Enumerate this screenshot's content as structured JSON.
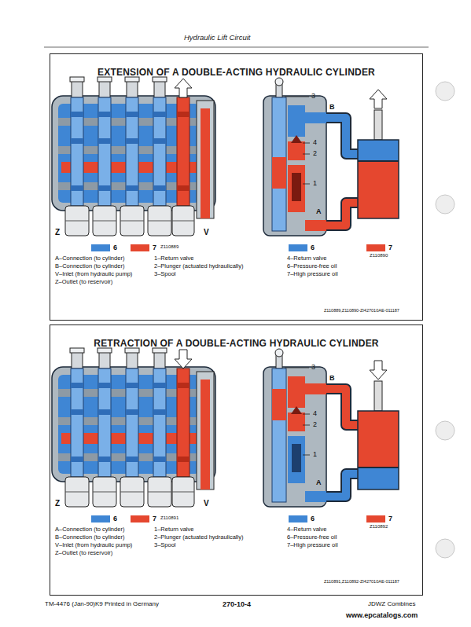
{
  "diagram": {
    "title": "Hydraulic Lift Circuit",
    "nodes": [
      {
        "text": [
          "EXTENSION OF A DOUBLE-ACTING HYDRAULIC CYLINDER"
        ]
      },
      {
        "text": [
          "RETRACTION OF A DOUBLE-ACTING HYDRAULIC CYLINDER"
        ]
      }
    ],
    "labels": [
      "Z",
      "V",
      "A",
      "B",
      "3",
      "4",
      "2",
      "1",
      "Z110889",
      "Z110890",
      "A–Connection (to cylinder)",
      "B–Connection (to cylinder)",
      "V–Inlet (from hydraulic pump)",
      "Z–Outlet (to reservoir)",
      "1–Return valve",
      "2–Plunger (actuated hydraulically)",
      "3–Spool",
      "4–Return valve",
      "6–Pressure-free oil",
      "7–High pressure oil",
      "Z110889,Z110890-ZI427010AE-011187",
      "Z",
      "V",
      "A",
      "B",
      "3",
      "4",
      "2",
      "1",
      "Z110891",
      "Z110892",
      "A–Connection (to cylinder)",
      "B–Connection (to cylinder)",
      "V–Inlet (from hydraulic pump)",
      "Z–Outlet (to reservoir)",
      "1–Return valve",
      "2–Plunger (actuated hydraulically)",
      "3–Spool",
      "4–Return valve",
      "6–Pressure-free oil",
      "7–High pressure oil",
      "Z110891,Z110892-ZI427010AE-011187",
      "TM-4476 (Jan-90)K9 Printed in Germany",
      "270-10-4",
      "JDWZ Combines",
      "www.epcatalogs.com"
    ],
    "legend": [
      {
        "text": "6",
        "color": "#3f86d4"
      },
      {
        "text": "7",
        "color": "#e5472f"
      },
      {
        "text": "6",
        "color": "#3f86d4"
      },
      {
        "text": "7",
        "color": "#e5472f"
      },
      {
        "text": "6",
        "color": "#3f86d4"
      },
      {
        "text": "7",
        "color": "#e5472f"
      },
      {
        "text": "6",
        "color": "#3f86d4"
      },
      {
        "text": "7",
        "color": "#e5472f"
      }
    ]
  }
}
